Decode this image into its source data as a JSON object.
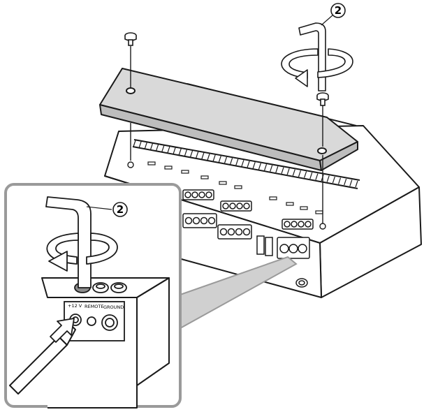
{
  "callouts": {
    "top_step": "2",
    "inset_step": "2"
  },
  "terminal_labels": {
    "power": "+12 V",
    "remote": "REMOTE",
    "ground": "GROUND"
  },
  "colors": {
    "line": "#1a1a1a",
    "cover_fill": "#d9d9d9",
    "inset_frame": "#9a9a9a",
    "magnifier_fill": "#d0d0d0",
    "terminal_shade": "#8c8c8c"
  },
  "icon_names": [
    "hex-key-icon",
    "rotation-arrow-icon",
    "screw-icon",
    "screwdriver-icon",
    "insert-arrow-icon"
  ]
}
